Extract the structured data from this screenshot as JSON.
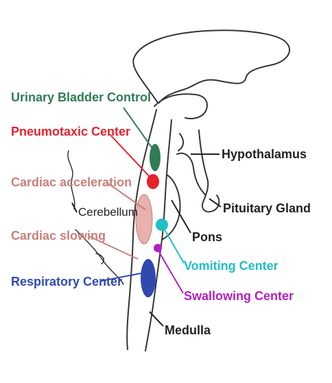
{
  "labels": {
    "urinary_bladder_control": "Urinary Bladder Control",
    "pneumotaxic_center": "Pneumotaxic Center",
    "cardiac_acceleration": "Cardiac acceleration",
    "cerebellum": "Cerebellum",
    "cardiac_slowing": "Cardiac slowing",
    "respiratory_center": "Respiratory Center",
    "hypothalamus": "Hypothalamus",
    "pituitary_gland": "Pituitary Gland",
    "pons": "Pons",
    "vomiting_center": "Vomiting Center",
    "swallowing_center": "Swallowing Center",
    "medulla": "Medulla"
  },
  "colors": {
    "urinary_bladder_control": "#2f7d55",
    "pneumotaxic_center": "#e8202c",
    "cardiac_acceleration": "#c9807a",
    "cardiac_slowing": "#c9807a",
    "respiratory_center": "#2f49b0",
    "vomiting_center": "#1fbfc6",
    "swallowing_center": "#b21fc0",
    "outline": "#333333",
    "black_label": "#222222"
  }
}
